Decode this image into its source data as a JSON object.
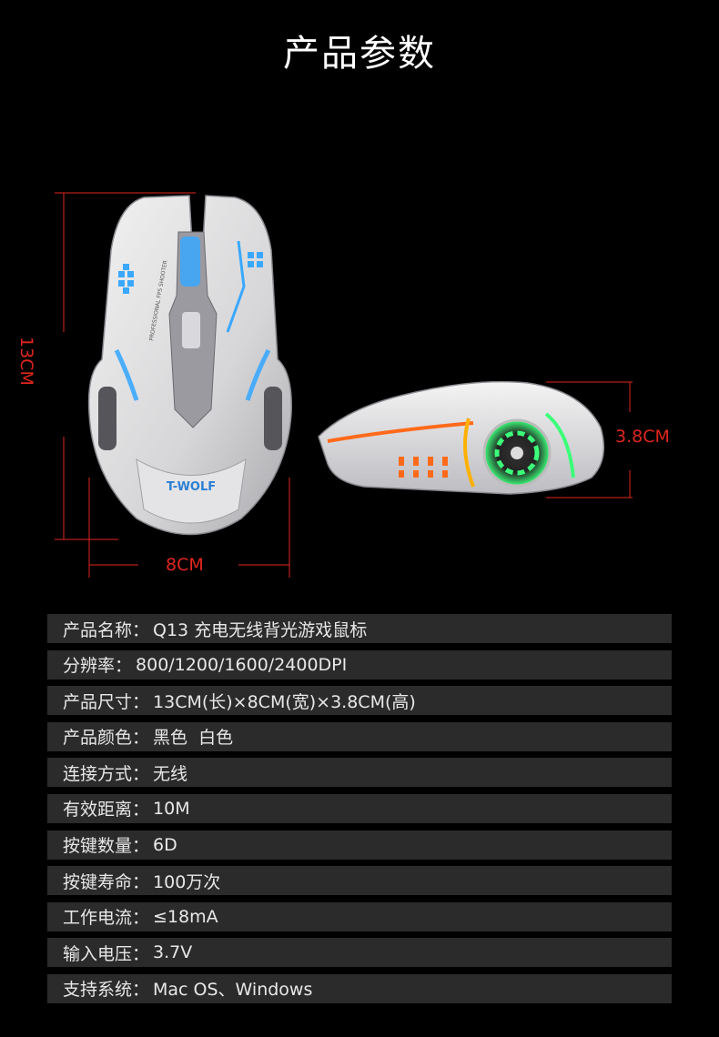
{
  "title": "产品参数",
  "dimensions": {
    "length": "13CM",
    "width": "8CM",
    "height": "3.8CM"
  },
  "mouse_branding": {
    "logo": "T-WOLF",
    "side_text": "PROFESSIONAL FPS SHOOTER"
  },
  "colors": {
    "background": "#000000",
    "row_background": "#2b2b2b",
    "dimension_red": "#e0261c",
    "glow_blue": "#3aa8ff",
    "glow_green": "#3cff7a",
    "glow_orange": "#ff6a1a"
  },
  "specs": [
    {
      "label": "产品名称：",
      "value": "Q13 充电无线背光游戏鼠标"
    },
    {
      "label": "分辨率：",
      "value": "800/1200/1600/2400DPI"
    },
    {
      "label": "产品尺寸：",
      "value": "13CM(长)×8CM(宽)×3.8CM(高)"
    },
    {
      "label": "产品颜色：",
      "value": "黑色  白色"
    },
    {
      "label": "连接方式：",
      "value": "无线"
    },
    {
      "label": "有效距离：",
      "value": "10M"
    },
    {
      "label": "按键数量：",
      "value": "6D"
    },
    {
      "label": "按键寿命：",
      "value": "100万次"
    },
    {
      "label": "工作电流：",
      "value": "≤18mA"
    },
    {
      "label": "输入电压：",
      "value": "3.7V"
    },
    {
      "label": "支持系统：",
      "value": "Mac OS、Windows"
    }
  ]
}
